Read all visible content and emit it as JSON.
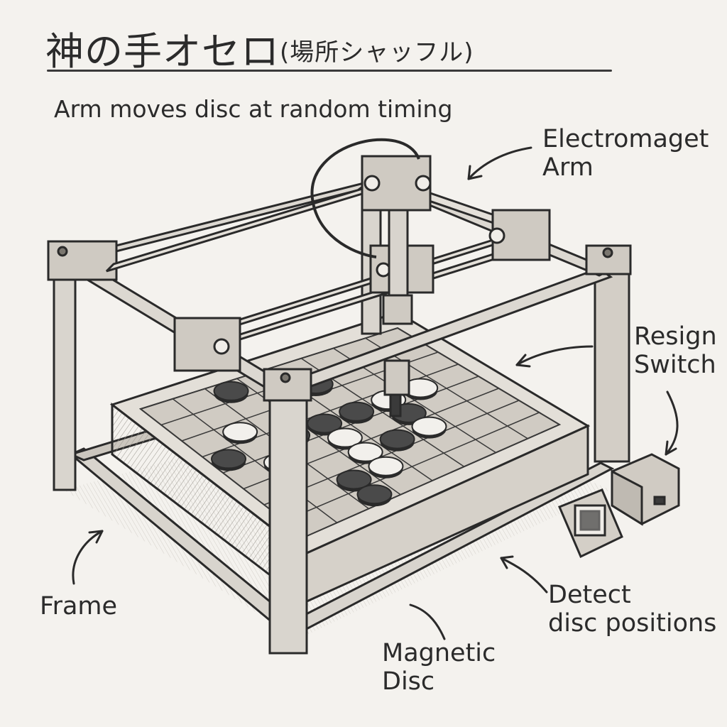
{
  "title": {
    "main": "神の手オセロ",
    "paren": "(場所シャッフル)"
  },
  "subtitle": "Arm moves disc at random timing",
  "labels": {
    "electromagnet_arm": [
      "Electromaget",
      "Arm"
    ],
    "resign_switch": [
      "Resign",
      "Switch"
    ],
    "frame": "Frame",
    "detect_disc_positions": [
      "Detect",
      "disc positions"
    ],
    "magnetic_disc": [
      "Magnetic",
      "Disc"
    ]
  },
  "board": {
    "discs": [
      {
        "row": 0,
        "col": 3,
        "color": "dark"
      },
      {
        "row": 1,
        "col": 4,
        "color": "light"
      },
      {
        "row": 1,
        "col": 2,
        "color": "light"
      },
      {
        "row": 2,
        "col": 0,
        "color": "dark"
      },
      {
        "row": 2,
        "col": 3,
        "color": "dark"
      },
      {
        "row": 2,
        "col": 6,
        "color": "dark"
      },
      {
        "row": 2,
        "col": 7,
        "color": "dark"
      },
      {
        "row": 3,
        "col": 1,
        "color": "light"
      },
      {
        "row": 3,
        "col": 3,
        "color": "dark"
      },
      {
        "row": 3,
        "col": 4,
        "color": "light"
      },
      {
        "row": 3,
        "col": 5,
        "color": "light"
      },
      {
        "row": 3,
        "col": 6,
        "color": "light"
      },
      {
        "row": 4,
        "col": 1,
        "color": "dark"
      },
      {
        "row": 4,
        "col": 3,
        "color": "dark"
      },
      {
        "row": 4,
        "col": 5,
        "color": "dark"
      },
      {
        "row": 5,
        "col": 3,
        "color": "light"
      },
      {
        "row": 5,
        "col": 4,
        "color": "dark"
      },
      {
        "row": 5,
        "col": 5,
        "color": "light"
      },
      {
        "row": 6,
        "col": 3,
        "color": "light"
      }
    ]
  },
  "colors": {
    "ink": "#2a2a2a",
    "paper": "#f4f2ee",
    "metal": "#cfcac2",
    "dark_disc": "#4a4a4a",
    "light_disc": "#f2f0ec"
  }
}
